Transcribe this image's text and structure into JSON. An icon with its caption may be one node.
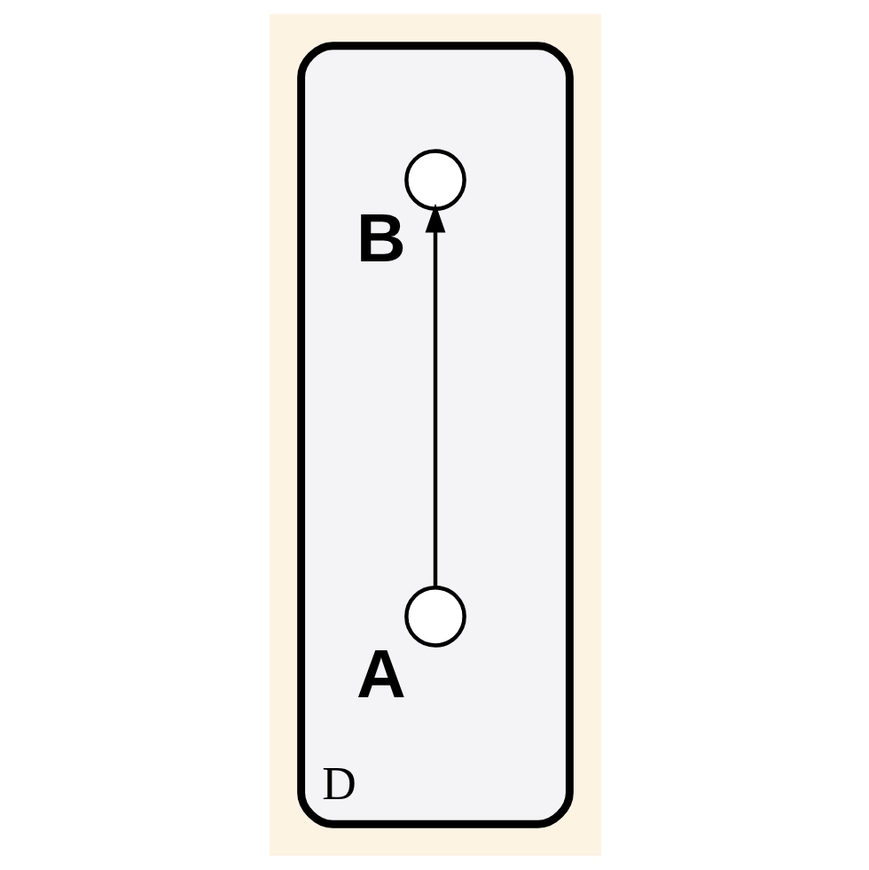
{
  "diagram": {
    "nodes": [
      {
        "text": [
          "D"
        ]
      },
      {
        "text": [],
        "shape": "circle",
        "beside": [
          "A"
        ],
        "in": 0
      },
      {
        "text": [],
        "shape": "circle",
        "beside": [
          "B"
        ],
        "in": 0
      }
    ],
    "edges": [
      {
        "from": 1,
        "to": 2,
        "arrow": "to"
      }
    ]
  }
}
